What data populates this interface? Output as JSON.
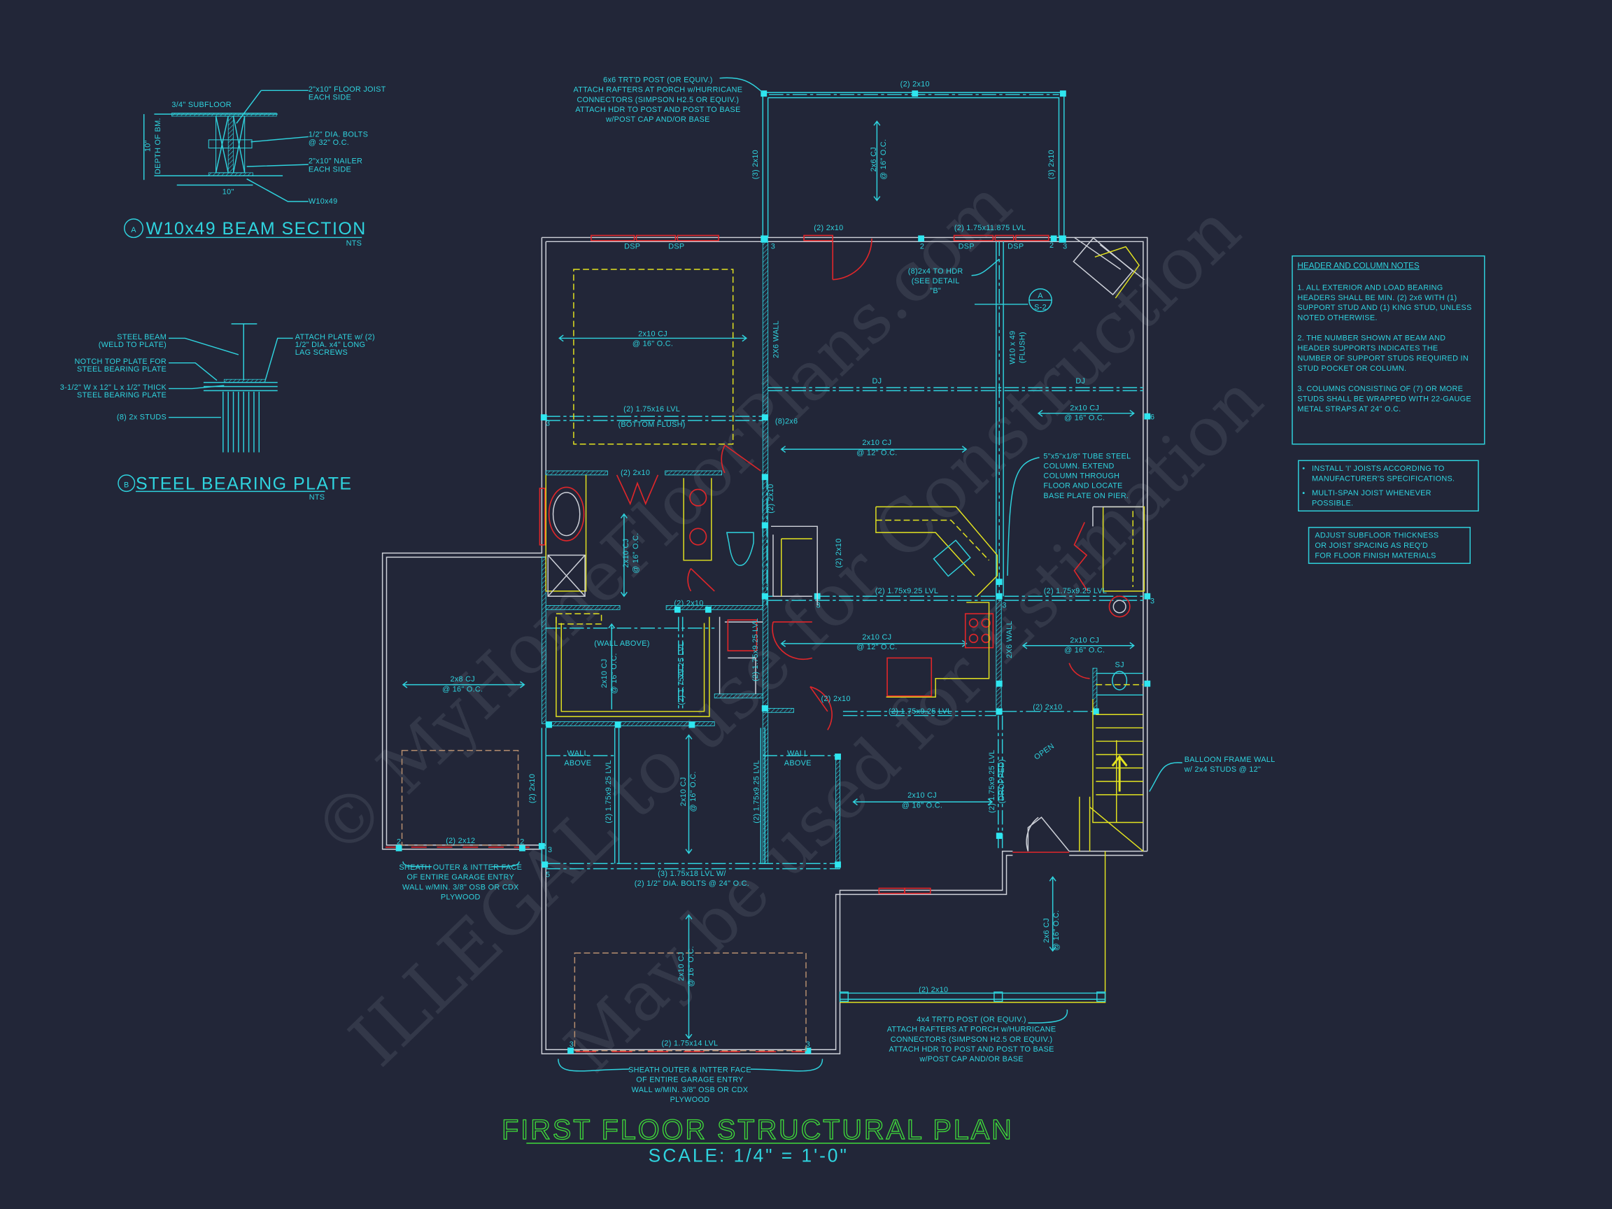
{
  "title": "FIRST FLOOR STRUCTURAL PLAN",
  "scale": "SCALE: 1/4\" = 1'-0\"",
  "colors": {
    "background": "#222638",
    "structure": "#2fd3de",
    "walls": "#cfd2da",
    "openings": "#e0262a",
    "fixtures": "#e3e320",
    "title": "#3fdc3a"
  },
  "watermark": [
    "© MyHomeFloorPlans.com",
    "ILLEGAL to use for Construction",
    "May be used for Estimation"
  ],
  "detail_a": {
    "marker": "A",
    "title": "W10x49 BEAM SECTION",
    "nts": "NTS",
    "labels": [
      "3/4\" SUBFLOOR",
      [
        "2\"x10\" FLOOR JOIST",
        "EACH SIDE"
      ],
      [
        "1/2\" DIA. BOLTS",
        "@ 32\" O.C."
      ],
      [
        "2\"x10\" NAILER",
        "EACH SIDE"
      ],
      "W10x49",
      "10\"",
      "10\"",
      "DEPTH OF BM."
    ]
  },
  "detail_b": {
    "marker": "B",
    "title": "STEEL BEARING PLATE",
    "nts": "NTS",
    "labels": [
      [
        "STEEL BEAM",
        "(WELD TO PLATE)"
      ],
      [
        "NOTCH TOP PLATE FOR",
        "STEEL BEARING PLATE"
      ],
      [
        "3-1/2\" W x 12\" L x 1/2\" THICK",
        "STEEL BEARING PLATE"
      ],
      "(8) 2x  STUDS",
      [
        "ATTACH PLATE w/ (2)",
        "1/2\" DIA. x4\" LONG",
        "LAG SCREWS"
      ]
    ]
  },
  "notes": {
    "header_title": "HEADER AND COLUMN NOTES",
    "header_notes": [
      [
        "1. ALL EXTERIOR AND LOAD BEARING",
        "HEADERS SHALL BE MIN. (2) 2x6 WITH (1)",
        "SUPPORT STUD AND (1) KING STUD, UNLESS",
        "NOTED OTHERWISE."
      ],
      [
        "2. THE NUMBER SHOWN AT BEAM AND",
        "HEADER SUPPORTS INDICATES THE",
        "NUMBER OF SUPPORT STUDS REQUIRED IN",
        "STUD POCKET OR COLUMN."
      ],
      [
        "3. COLUMNS CONSISTING OF (7) OR MORE",
        "STUDS SHALL BE WRAPPED WITH 22-GAUGE",
        "METAL STRAPS AT 24\" O.C."
      ]
    ],
    "joist_notes": [
      [
        "INSTALL 'I' JOISTS ACCORDING TO",
        "MANUFACTURER'S SPECIFICATIONS."
      ],
      [
        "MULTI-SPAN JOIST WHENEVER",
        "POSSIBLE."
      ]
    ],
    "subfloor_note": [
      "ADJUST SUBFLOOR THICKNESS",
      "OR JOIST SPACING AS REQ'D",
      "FOR FLOOR FINISH MATERIALS"
    ]
  },
  "section_marker": {
    "letter": "A",
    "sheet": "S-2"
  },
  "plan_labels": [
    [
      "6x6 TRT'D POST (OR EQUIV.)",
      "ATTACH RAFTERS AT PORCH w/HURRICANE",
      "CONNECTORS (SIMPSON H2.5 OR EQUIV.)",
      "ATTACH HDR TO POST AND POST TO BASE",
      "w/POST CAP AND/OR BASE"
    ],
    "(2) 2x10",
    "(3) 2x10",
    "(3) 2x10",
    [
      "2x6 CJ",
      "@ 16\" O.C."
    ],
    "DSP",
    "DSP",
    "(2) 2x10",
    "(2) 1.75x11.875 LVL",
    "DSP",
    "DSP",
    "3",
    "2",
    "2",
    "3",
    [
      "(8)2x4 TO HDR",
      "(SEE DETAIL",
      "\"B\""
    ],
    [
      "W10 x 49",
      "(FLUSH)"
    ],
    "DJ",
    "DJ",
    [
      "2x10 CJ",
      "@ 16\" O.C."
    ],
    "2X6 WALL",
    "(2) 1.75x16 LVL",
    "(BOTTOM FLUSH)",
    "3",
    "(8)2x6",
    [
      "2x10 CJ",
      "@ 16\" O.C."
    ],
    "6",
    [
      "2x10 CJ",
      "@ 12\" O.C."
    ],
    [
      "5\"x5\"x1/8\" TUBE STEEL",
      "COLUMN. EXTEND",
      "COLUMN THROUGH",
      "FLOOR AND LOCATE",
      "BASE PLATE ON PIER."
    ],
    "(2) 2x10",
    [
      "2x10 CJ",
      "@ 16\" O.C."
    ],
    "(2) 2x10",
    "(2) 2x10",
    "(2) 1.75x9.25 LVL",
    "(2) 1.75x9.25 LVL",
    "3",
    "3",
    "3",
    "(2) 2x10",
    "(WALL ABOVE)",
    [
      "2x10 CJ",
      "@ 16\" O.C."
    ],
    "(2) 1.75x9.25 LVL",
    "(2) 1.75x9.25 LVL",
    [
      "2x10 CJ",
      "@ 12\" O.C."
    ],
    "2X6 WALL",
    [
      "2x10 CJ",
      "@ 16\" O.C."
    ],
    "SJ",
    [
      "2x8 CJ",
      "@ 16\" O.C."
    ],
    "(2) 2x10",
    "(2) 1.75x9.25 LVL",
    "(2) 2x10",
    [
      "WALL",
      "ABOVE"
    ],
    [
      "WALL",
      "ABOVE"
    ],
    "(2) 1.75x9.25 LVL",
    [
      "2x10 CJ",
      "@ 16\" O.C."
    ],
    "(2) 1.75x9.25 LVL",
    "(2) 2x10",
    [
      "(2) 1.75x9.25 LVL",
      "(DROPPED)"
    ],
    "OPEN",
    [
      "2x10 CJ",
      "@ 16\" O.C."
    ],
    [
      "BALLOON FRAME WALL",
      "w/ 2x4 STUDS @ 12\""
    ],
    "(2) 2x12",
    "2",
    "2",
    "3",
    [
      "SHEATH OUTER & INTTER FACE",
      "OF ENTIRE GARAGE ENTRY",
      "WALL w/MIN. 3/8\" OSB OR CDX",
      "PLYWOOD"
    ],
    [
      "(3) 1.75x18 LVL W/",
      "(2) 1/2\" DIA. BOLTS @ 24\" O.C."
    ],
    "5",
    [
      "2x10 CJ",
      "@ 16\" O.C."
    ],
    [
      "2x6 CJ",
      "@ 16\" O.C."
    ],
    "(2) 2x10",
    [
      "4x4 TRT'D POST (OR EQUIV.)",
      "ATTACH RAFTERS AT PORCH w/HURRICANE",
      "CONNECTORS (SIMPSON H2.5 OR EQUIV.)",
      "ATTACH HDR TO POST AND POST TO BASE",
      "w/POST CAP AND/OR BASE"
    ],
    "(2) 1.75x14 LVL",
    "3",
    "3",
    [
      "SHEATH OUTER & INTTER FACE",
      "OF ENTIRE GARAGE ENTRY",
      "WALL w/MIN. 3/8\" OSB OR CDX",
      "PLYWOOD"
    ]
  ]
}
